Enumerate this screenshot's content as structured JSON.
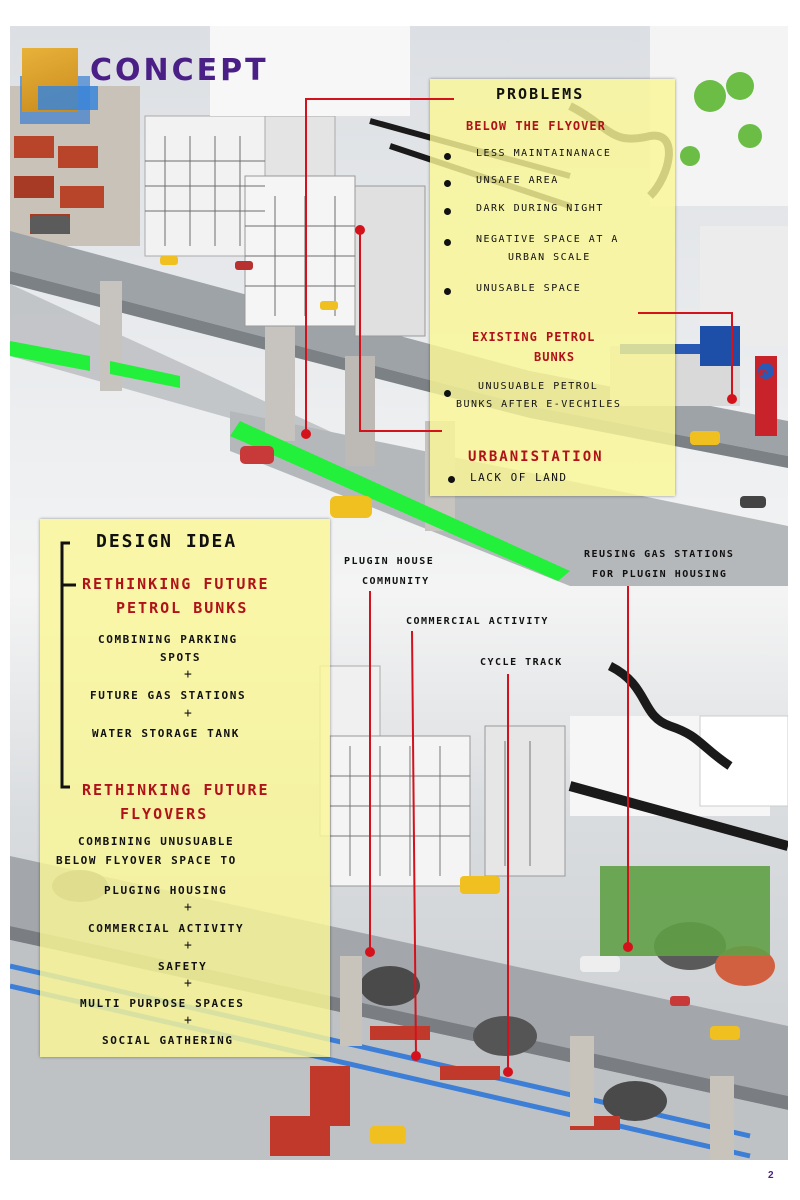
{
  "title": "CONCEPT",
  "problems": {
    "heading": "PROBLEMS",
    "below_flyover": {
      "label": "BELOW THE FLYOVER",
      "items": [
        "LESS MAINTAINANACE",
        "UNSAFE AREA",
        "DARK DURING NIGHT",
        "NEGATIVE SPACE AT A",
        "URBAN SCALE",
        "UNUSABLE SPACE"
      ]
    },
    "petrol": {
      "label_line1": "EXISTING PETROL",
      "label_line2": "BUNKS",
      "item_line1": "UNUSUABLE PETROL",
      "item_line2": "BUNKS AFTER E-VECHILES"
    },
    "urbanisation": {
      "label": "URBANISTATION",
      "item": "LACK OF LAND"
    }
  },
  "design": {
    "heading": "DESIGN IDEA",
    "petrol_section": {
      "title_line1": "RETHINKING FUTURE",
      "title_line2": "PETROL BUNKS",
      "item1_line1": "COMBINING PARKING",
      "item1_line2": "SPOTS",
      "item2": "FUTURE GAS STATIONS",
      "item3": "WATER STORAGE TANK"
    },
    "flyover_section": {
      "title_line1": "RETHINKING FUTURE",
      "title_line2": "FLYOVERS",
      "intro_line1": "COMBINING UNUSUABLE",
      "intro_line2": "BELOW FLYOVER SPACE TO",
      "items": [
        "PLUGING HOUSING",
        "COMMERCIAL ACTIVITY",
        "SAFETY",
        "MULTI PURPOSE SPACES",
        "SOCIAL GATHERING"
      ]
    },
    "plus_sign": "+"
  },
  "annotations": {
    "plugin_house_line1": "PLUGIN HOUSE",
    "plugin_house_line2": "COMMUNITY",
    "commercial": "COMMERCIAL ACTIVITY",
    "cycle": "CYCLE TRACK",
    "reusing_line1": "REUSING GAS STATIONS",
    "reusing_line2": "FOR PLUGIN HOUSING"
  },
  "station_brand": "HP",
  "page_number": "2",
  "colors": {
    "title": "#4a1f86",
    "problem_label": "#b01219",
    "panel": "#faf696",
    "leader_line": "#d4121c",
    "highlight_green": "#22f03a",
    "flyover_blue": "#3d7fd6"
  }
}
